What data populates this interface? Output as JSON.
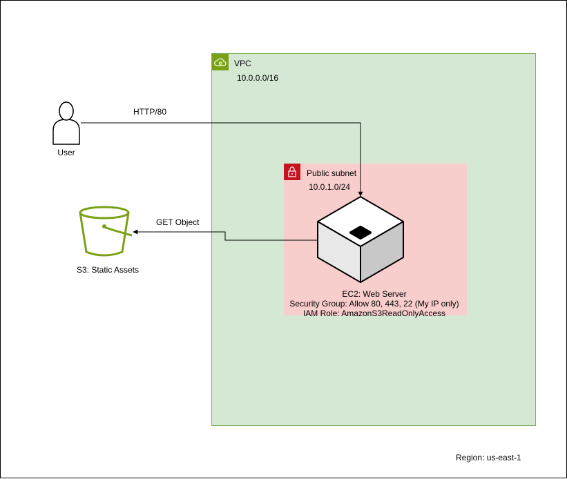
{
  "vpc": {
    "title": "VPC",
    "cidr": "10.0.0.0/16"
  },
  "subnet": {
    "title": "Public subnet",
    "cidr": "10.0.1.0/24"
  },
  "user": {
    "label": "User"
  },
  "s3": {
    "label": "S3: Static Assets"
  },
  "ec2": {
    "name": "EC2: Web Server",
    "security_group": "Security Group: Allow 80, 443, 22 (My IP only)",
    "iam_role": "IAM Role: AmazonS3ReadOnlyAccess"
  },
  "edges": {
    "http": "HTTP/80",
    "get_object": "GET Object"
  },
  "footer": {
    "region": "Region: us-east-1"
  },
  "colors": {
    "vpc_fill": "#d5e8d4",
    "vpc_border": "#82b366",
    "vpc_icon": "#7aa116",
    "subnet_fill": "#f8cecc",
    "subnet_icon": "#c7131f",
    "s3_green": "#7aa116"
  },
  "icons": [
    "vpc-cloud-icon",
    "subnet-lock-icon",
    "user-icon",
    "s3-bucket-icon",
    "ec2-instance-icon"
  ]
}
